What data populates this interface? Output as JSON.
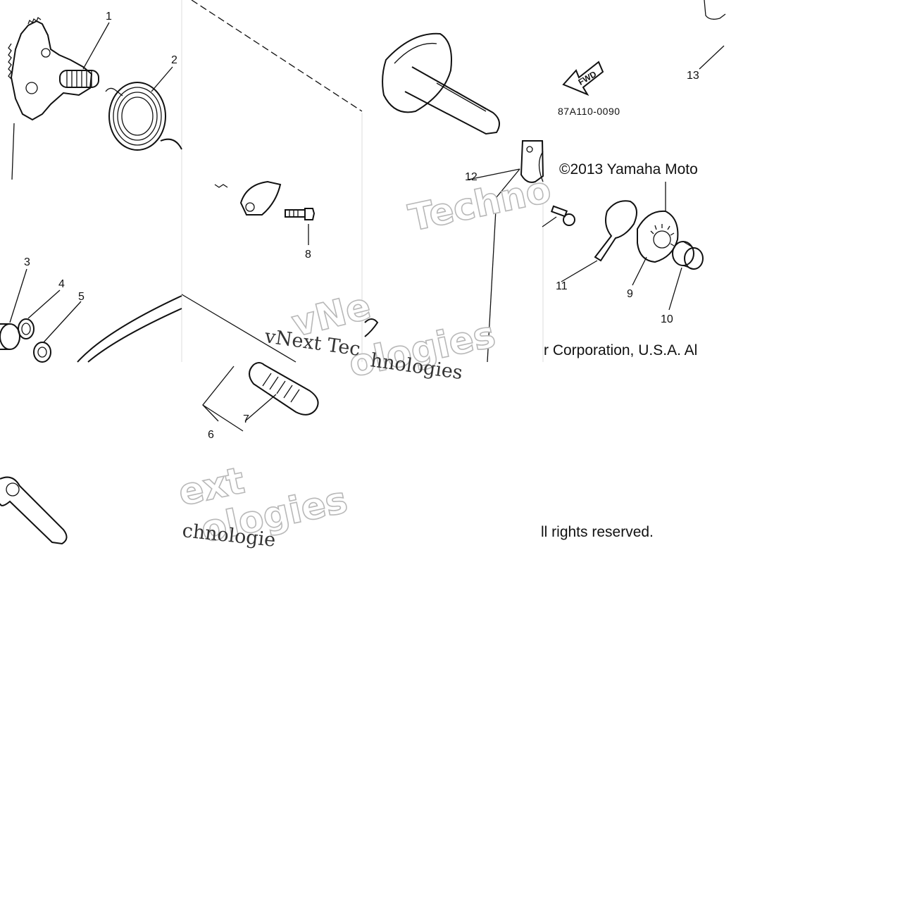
{
  "callouts": {
    "c1": "1",
    "c2": "2",
    "c3": "3",
    "c4": "4",
    "c5": "5",
    "c6": "6",
    "c7": "7",
    "c8": "8",
    "c9": "9",
    "c10": "10",
    "c11": "11",
    "c12": "12",
    "c13": "13"
  },
  "diagram_code": "87A110-0090",
  "fwd_label": "FWD",
  "copyright": {
    "line1": "©2013 Yamaha Moto",
    "line2": "r Corporation, U.S.A. Al",
    "line3": "ll rights reserved."
  },
  "watermarks": {
    "a": "Techno",
    "b": "vNe",
    "c": "ologies",
    "d": "ext",
    "e": "ologies",
    "serif_a": "vNext Tec",
    "serif_b": "hnologies",
    "serif_c": "chnologie"
  },
  "colors": {
    "ink": "#111111",
    "watermark_stroke": "#b8b8b8",
    "background": "#ffffff"
  }
}
